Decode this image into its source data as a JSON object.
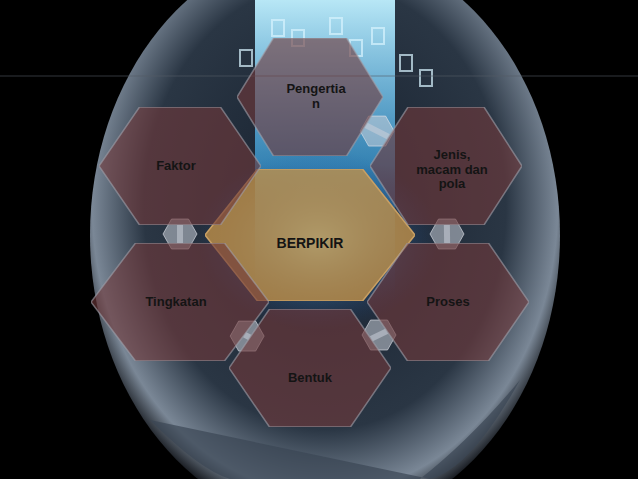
{
  "diagram": {
    "nodes": [
      {
        "text": [
          "BERPIKIR"
        ]
      },
      {
        "text": [
          "Pengertia n"
        ]
      },
      {
        "text": [
          "Jenis, macam dan pola"
        ]
      },
      {
        "text": [
          "Proses"
        ]
      },
      {
        "text": [
          "Bentuk"
        ]
      },
      {
        "text": [
          "Tingkatan"
        ]
      },
      {
        "text": [
          "Faktor"
        ]
      }
    ],
    "edges": [
      {
        "from": 1,
        "to": 2,
        "arrow": "none"
      },
      {
        "from": 2,
        "to": 3,
        "arrow": "none"
      },
      {
        "from": 3,
        "to": 4,
        "arrow": "none"
      },
      {
        "from": 4,
        "to": 5,
        "arrow": "none"
      },
      {
        "from": 5,
        "to": 6,
        "arrow": "none"
      }
    ]
  }
}
